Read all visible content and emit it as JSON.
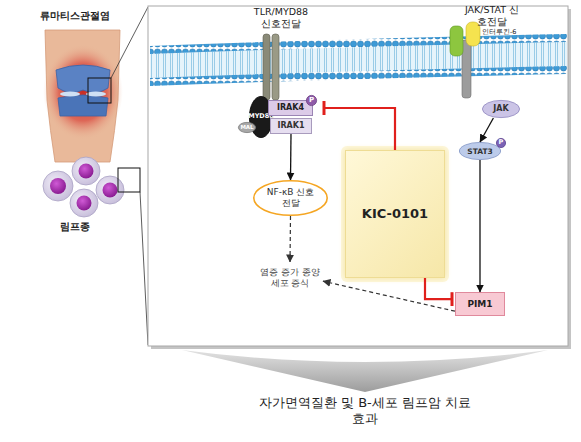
{
  "diagram": {
    "nodes": [
      {
        "text": [
          "IRAK4"
        ]
      },
      {
        "text": [
          "P"
        ]
      },
      {
        "text": [
          "MYD88"
        ]
      },
      {
        "text": [
          "JAK"
        ]
      },
      {
        "text": [
          "MAL"
        ]
      },
      {
        "text": [
          "IRAK1"
        ]
      },
      {
        "text": [
          "STAT3"
        ]
      },
      {
        "text": [
          "P"
        ]
      },
      {
        "text": [
          "KIC-0101"
        ]
      },
      {
        "text": [
          "NF-κB 신호전달"
        ]
      },
      {
        "text": [
          "염증 증가 종양세포 증식"
        ]
      },
      {
        "text": [
          "PIM1"
        ]
      }
    ],
    "edges": [
      {
        "from": 5,
        "to": 9,
        "arrow": "to"
      },
      {
        "from": 9,
        "to": 10,
        "arrow": "to"
      },
      {
        "from": 8,
        "to": 0,
        "arrow": "to"
      },
      {
        "from": 3,
        "to": 6,
        "arrow": "to"
      },
      {
        "from": 6,
        "to": 11,
        "arrow": "to"
      },
      {
        "from": 8,
        "to": 11,
        "arrow": "to"
      },
      {
        "from": 11,
        "to": 10,
        "arrow": "to"
      }
    ],
    "labels": [
      "류마티스관절염",
      "림프종",
      "TLR/MYD88 신호전달",
      "JAK/STAT 신호전달",
      "인터루킨-6",
      "자가면역질환 및 B-세포 림프암 치료효과"
    ]
  }
}
